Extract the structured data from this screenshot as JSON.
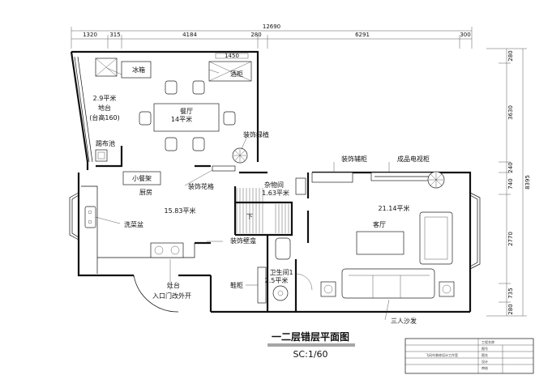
{
  "dimensions": {
    "top_total": "12690",
    "top_segments": [
      "1320",
      "315",
      "4184",
      "280",
      "6291",
      "300"
    ],
    "right_total": "8395",
    "right_segments": [
      "280",
      "3630",
      "240",
      "740",
      "2770",
      "735",
      "280"
    ],
    "inner_label": "1450"
  },
  "rooms": {
    "bar_area": "2.9平米",
    "bar_counter": "地台",
    "bar_height": "(台高160)",
    "fridge": "冰箱",
    "wine_cabinet": "酒柜",
    "dining_room": "餐厅",
    "dining_area": "14平米",
    "mop_sink": "踢布池",
    "deco_plant": "装饰绿植",
    "small_shelf": "小餐架",
    "deco_lattice": "装饰花格",
    "kitchen": "厨房",
    "kitchen_area": "15.83平米",
    "wash_basin": "洗菜盆",
    "storage": "杂物间",
    "storage_area": "1.63平米",
    "down": "下",
    "deco_niche": "装饰壁龛",
    "deco_cabinet": "装饰辅柜",
    "tv_cabinet": "成品电视柜",
    "living_area": "21.14平米",
    "living_room": "客厅",
    "bathroom": "卫生间1",
    "bathroom_area": "2.5平米",
    "shoe_cabinet": "鞋柜",
    "stove": "灶台",
    "entry_door": "入口门改外开",
    "sofa": "三人沙发"
  },
  "drawing": {
    "title": "一二层错层平面图",
    "scale": "SC:1/60"
  },
  "title_block": {
    "line1": "工程名称",
    "line2": "图号",
    "line3": "图名",
    "line4": "设计",
    "line5": "审核",
    "company": "飞风鸟装修设计工作室"
  }
}
